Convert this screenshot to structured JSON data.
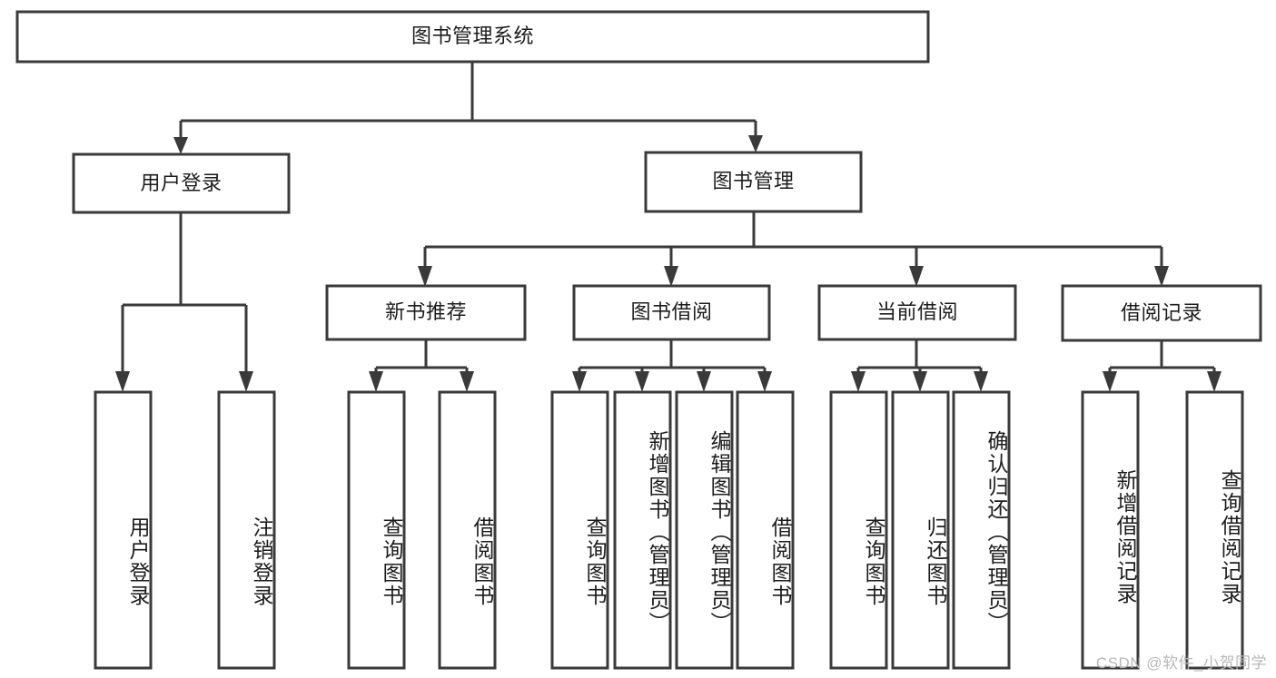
{
  "diagram": {
    "type": "tree",
    "title": "图书管理系统",
    "root": {
      "id": "root",
      "label": "图书管理系统"
    },
    "level1": [
      {
        "id": "user-login",
        "label": "用户登录"
      },
      {
        "id": "book-manage",
        "label": "图书管理"
      }
    ],
    "level2": [
      {
        "id": "new-book-recommend",
        "label": "新书推荐",
        "parent": "book-manage"
      },
      {
        "id": "book-borrow",
        "label": "图书借阅",
        "parent": "book-manage"
      },
      {
        "id": "current-borrow",
        "label": "当前借阅",
        "parent": "book-manage"
      },
      {
        "id": "borrow-record",
        "label": "借阅记录",
        "parent": "book-manage"
      }
    ],
    "leaves": {
      "user-login": [
        {
          "id": "leaf-user-login",
          "label": "用户登录"
        },
        {
          "id": "leaf-user-logout",
          "label": "注销登录"
        }
      ],
      "new-book-recommend": [
        {
          "id": "leaf-query-book-1",
          "label": "查询图书"
        },
        {
          "id": "leaf-borrow-book-1",
          "label": "借阅图书"
        }
      ],
      "book-borrow": [
        {
          "id": "leaf-query-book-2",
          "label": "查询图书"
        },
        {
          "id": "leaf-add-book",
          "label": "新增图书（管理员）"
        },
        {
          "id": "leaf-edit-book",
          "label": "编辑图书（管理员）"
        },
        {
          "id": "leaf-borrow-book-2",
          "label": "借阅图书"
        }
      ],
      "current-borrow": [
        {
          "id": "leaf-query-book-3",
          "label": "查询图书"
        },
        {
          "id": "leaf-return-book",
          "label": "归还图书"
        },
        {
          "id": "leaf-confirm-return",
          "label": "确认归还（管理员）"
        }
      ],
      "borrow-record": [
        {
          "id": "leaf-add-record",
          "label": "新增借阅记录"
        },
        {
          "id": "leaf-query-record",
          "label": "查询借阅记录"
        }
      ]
    }
  },
  "watermark": {
    "text": "CSDN @软件_小贺同学"
  },
  "colors": {
    "stroke": "#3a3a3a",
    "fill": "#ffffff",
    "text": "#1c1c1c",
    "watermark": "#b8b8b8"
  }
}
